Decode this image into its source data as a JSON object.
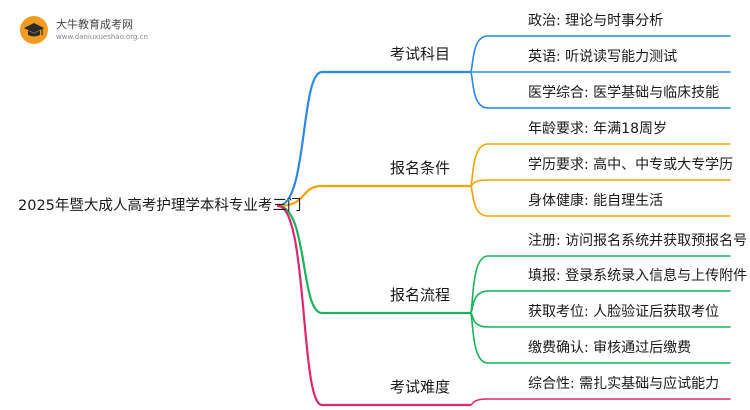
{
  "logo": {
    "title": "大牛教育成考网",
    "url": "www.daniuxueshao.org.cn",
    "icon": "graduation-badge-icon",
    "colors": {
      "badge": "#f29b1f",
      "cap": "#2b2b2b"
    }
  },
  "root": {
    "label": "2025年暨大成人高考护理学本科专业考三门"
  },
  "branches": [
    {
      "label": "考试科目",
      "color": "#2e86e6",
      "children": [
        "政治: 理论与时事分析",
        "英语: 听说读写能力测试",
        "医学综合: 医学基础与临床技能"
      ]
    },
    {
      "label": "报名条件",
      "color": "#f5a300",
      "children": [
        "年龄要求: 年满18周岁",
        "学历要求: 高中、中专或大专学历",
        "身体健康: 能自理生活"
      ]
    },
    {
      "label": "报名流程",
      "color": "#19b35a",
      "children": [
        "注册: 访问报名系统并获取预报名号",
        "填报: 登录系统录入信息与上传附件",
        "获取考位: 人脸验证后获取考位",
        "缴费确认: 审核通过后缴费"
      ]
    },
    {
      "label": "考试难度",
      "color": "#e0266e",
      "children": [
        "综合性: 需扎实基础与应试能力"
      ]
    }
  ]
}
